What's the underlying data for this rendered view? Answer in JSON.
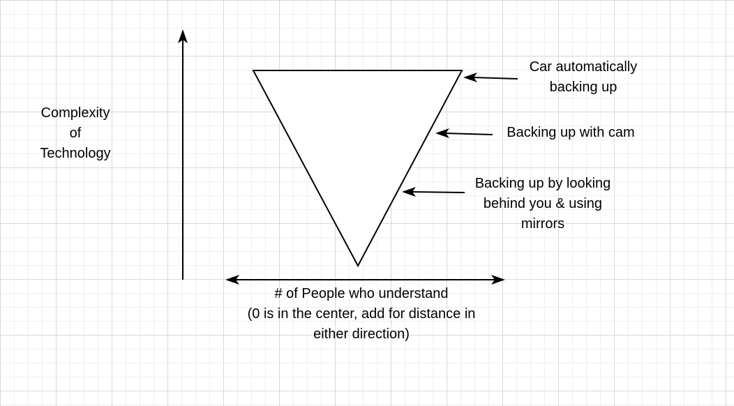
{
  "diagram": {
    "y_axis_label": "Complexity\nof\nTechnology",
    "x_axis_label": "# of People who understand\n(0 is in the center, add for distance in\neither direction)",
    "annotations": {
      "car_auto": "Car automatically\nbacking up",
      "cam": "Backing up with cam",
      "mirrors": "Backing up by looking\nbehind you & using\nmirrors"
    }
  }
}
